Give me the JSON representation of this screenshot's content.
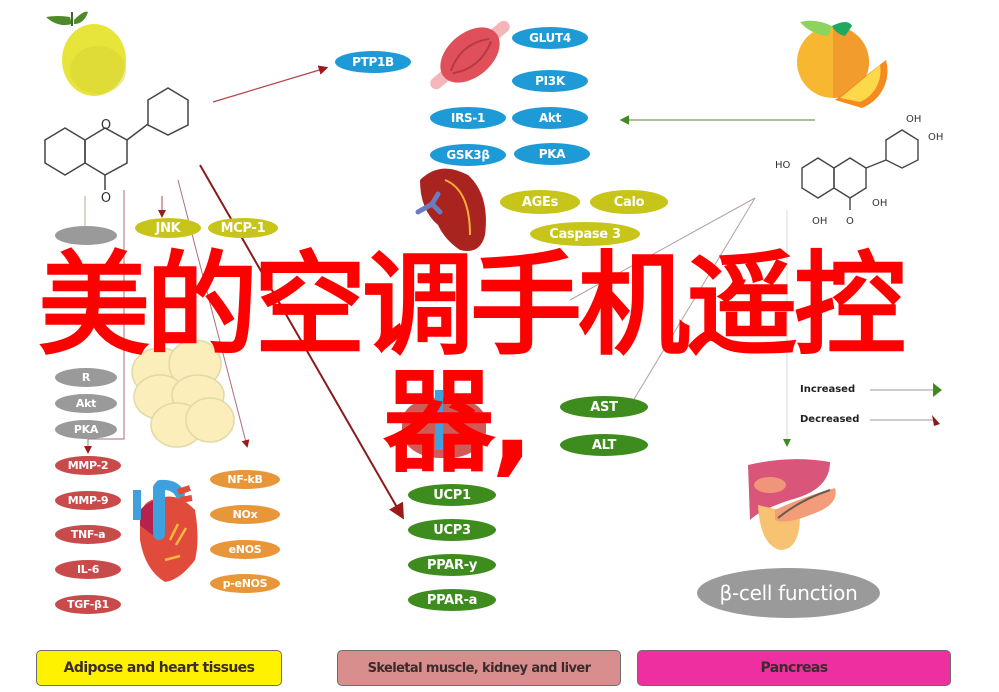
{
  "watermark": {
    "line1": "美的空调手机遥控",
    "line2": "器,",
    "color": "#ff0000"
  },
  "sources": {
    "left_fruit": "lemon-icon",
    "right_fruit": "orange-icon",
    "left_molecule": {
      "atoms": [
        "O",
        "O"
      ],
      "name": "flavone-structure"
    },
    "right_molecule": {
      "atoms": [
        "OH",
        "OH",
        "HO",
        "OH",
        "OH",
        "O"
      ],
      "name": "quercetin-structure"
    }
  },
  "muscle_group": {
    "organ": "muscle-icon",
    "labels": [
      "PTP1B",
      "GLUT4",
      "PI3K",
      "IRS-1",
      "Akt",
      "GSK3β",
      "PKA"
    ],
    "color": "#1e9ad6"
  },
  "adipose_group": {
    "gray_labels": [
      "",
      "R",
      "Akt",
      "PKA"
    ],
    "olive_labels": [
      "JNK",
      "MCP-1"
    ],
    "organ": "adipocytes-icon"
  },
  "kidney_group": {
    "organ": "kidney-icon",
    "labels": [
      "AGEs",
      "Calo",
      "Caspase 3"
    ],
    "color": "#c7c41a"
  },
  "liver_group": {
    "organ": "liver-icon",
    "labels": [
      "AST",
      "ALT",
      "UCP1",
      "UCP3",
      "PPAR-y",
      "PPAR-a"
    ],
    "color": "#3e8c1e"
  },
  "heart_group": {
    "organ": "heart-icon",
    "red_labels": [
      "MMP-2",
      "MMP-9",
      "TNF-a",
      "IL-6",
      "TGF-β1"
    ],
    "orange_labels": [
      "NF-kB",
      "NOx",
      "eNOS",
      "p-eNOS"
    ]
  },
  "pancreas_group": {
    "organ": "pancreas-icon",
    "label": "β-cell function"
  },
  "key": {
    "increased": "Increased",
    "decreased": "Decreased"
  },
  "legend": [
    {
      "label": "Adipose and heart tissues",
      "color": "#fff200"
    },
    {
      "label": "Skeletal muscle, kidney and liver",
      "color": "#d98e8e"
    },
    {
      "label": "Pancreas",
      "color": "#ee2fa0"
    }
  ],
  "colors": {
    "arrow_red": "#9b1b1b",
    "arrow_green": "#3e8c1e",
    "line_gray": "#b5a0a0"
  }
}
